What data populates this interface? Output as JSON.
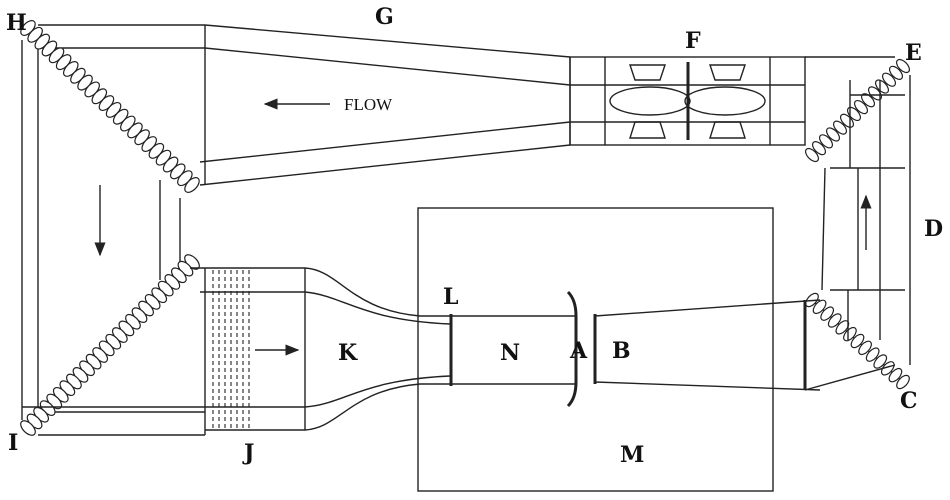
{
  "labels": {
    "A": "A",
    "B": "B",
    "C": "C",
    "D": "D",
    "E": "E",
    "F": "F",
    "G": "G",
    "H": "H",
    "I": "I",
    "J": "J",
    "K": "K",
    "L": "L",
    "M": "M",
    "N": "N"
  },
  "flow_text": "FLOW",
  "colors": {
    "stroke": "#222222",
    "fill": "#ffffff",
    "text": "#111111"
  }
}
